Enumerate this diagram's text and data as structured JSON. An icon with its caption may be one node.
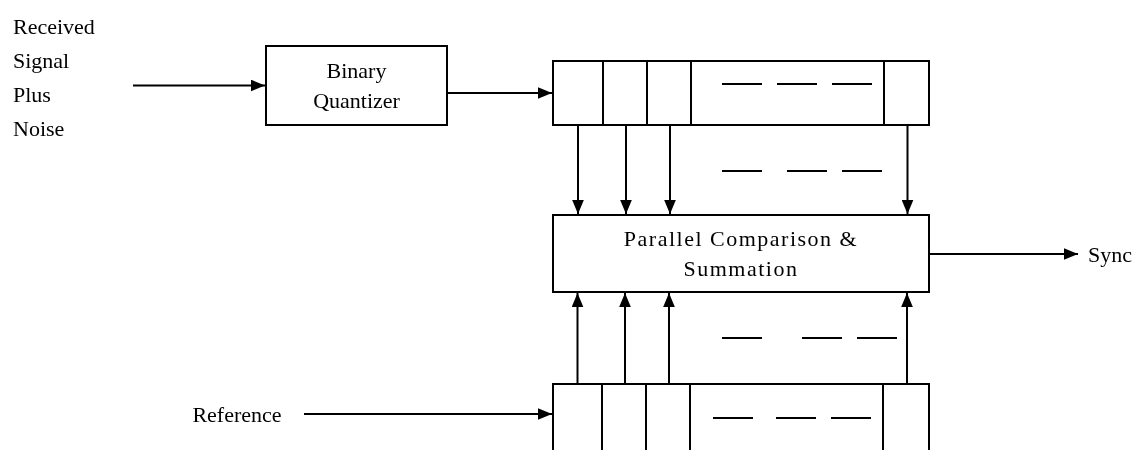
{
  "diagram": {
    "nodes": [
      {
        "text": [
          "Received Signal Plus Noise"
        ]
      },
      {
        "text": [
          "Binary Quantizer"
        ]
      },
      {
        "text": [],
        "shape": "box"
      },
      {
        "text": [],
        "shape": "box"
      },
      {
        "text": [],
        "shape": "box"
      },
      {
        "text": [],
        "shape": "box"
      },
      {
        "text": [],
        "shape": "box"
      },
      {
        "text": [
          "Parallel Comparison & Summation"
        ]
      },
      {
        "text": [
          "Sync"
        ]
      },
      {
        "text": [
          "Reference"
        ]
      },
      {
        "text": [],
        "shape": "box"
      },
      {
        "text": [],
        "shape": "box"
      },
      {
        "text": [],
        "shape": "box"
      },
      {
        "text": [],
        "shape": "box"
      },
      {
        "text": [],
        "shape": "box"
      }
    ],
    "edges": [
      {
        "from": 0,
        "to": 1,
        "arrow": "to"
      },
      {
        "from": 1,
        "to": 2,
        "arrow": "to"
      },
      {
        "from": 2,
        "to": 7,
        "arrow": "to"
      },
      {
        "from": 3,
        "to": 7,
        "arrow": "to"
      },
      {
        "from": 4,
        "to": 7,
        "arrow": "to"
      },
      {
        "from": 6,
        "to": 7,
        "arrow": "to"
      },
      {
        "from": 7,
        "to": 8,
        "arrow": "to"
      },
      {
        "from": 9,
        "to": 10,
        "arrow": "to"
      },
      {
        "from": 10,
        "to": 7,
        "arrow": "to"
      },
      {
        "from": 11,
        "to": 7,
        "arrow": "to"
      },
      {
        "from": 12,
        "to": 7,
        "arrow": "to"
      },
      {
        "from": 14,
        "to": 7,
        "arrow": "to"
      }
    ]
  }
}
